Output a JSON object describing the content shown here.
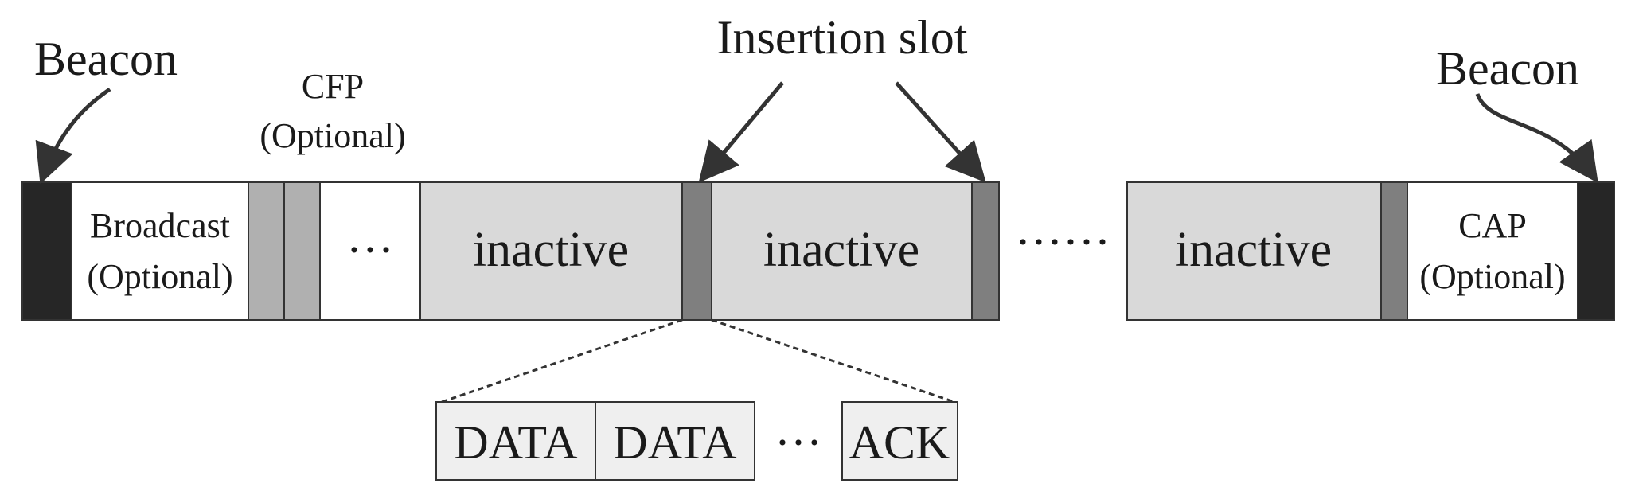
{
  "labels": {
    "beacon_left": "Beacon",
    "beacon_right": "Beacon",
    "insertion_slot": "Insertion slot",
    "cfp_line1": "CFP",
    "cfp_line2": "(Optional)",
    "broadcast_line1": "Broadcast",
    "broadcast_line2": "(Optional)",
    "cap_line1": "CAP",
    "cap_line2": "(Optional)",
    "inactive_1": "inactive",
    "inactive_2": "inactive",
    "inactive_3": "inactive",
    "ellipsis_small": "···",
    "ellipsis_large": "······",
    "data_1": "DATA",
    "data_2": "DATA",
    "ellipsis_sub": "···",
    "ack": "ACK"
  },
  "colors": {
    "beacon": "#262626",
    "slot": "#7f7f7f",
    "cfp": "#b0b0b0",
    "inactive": "#d9d9d9",
    "white": "#ffffff",
    "sub_box": "#efefef",
    "stroke": "#333333"
  }
}
